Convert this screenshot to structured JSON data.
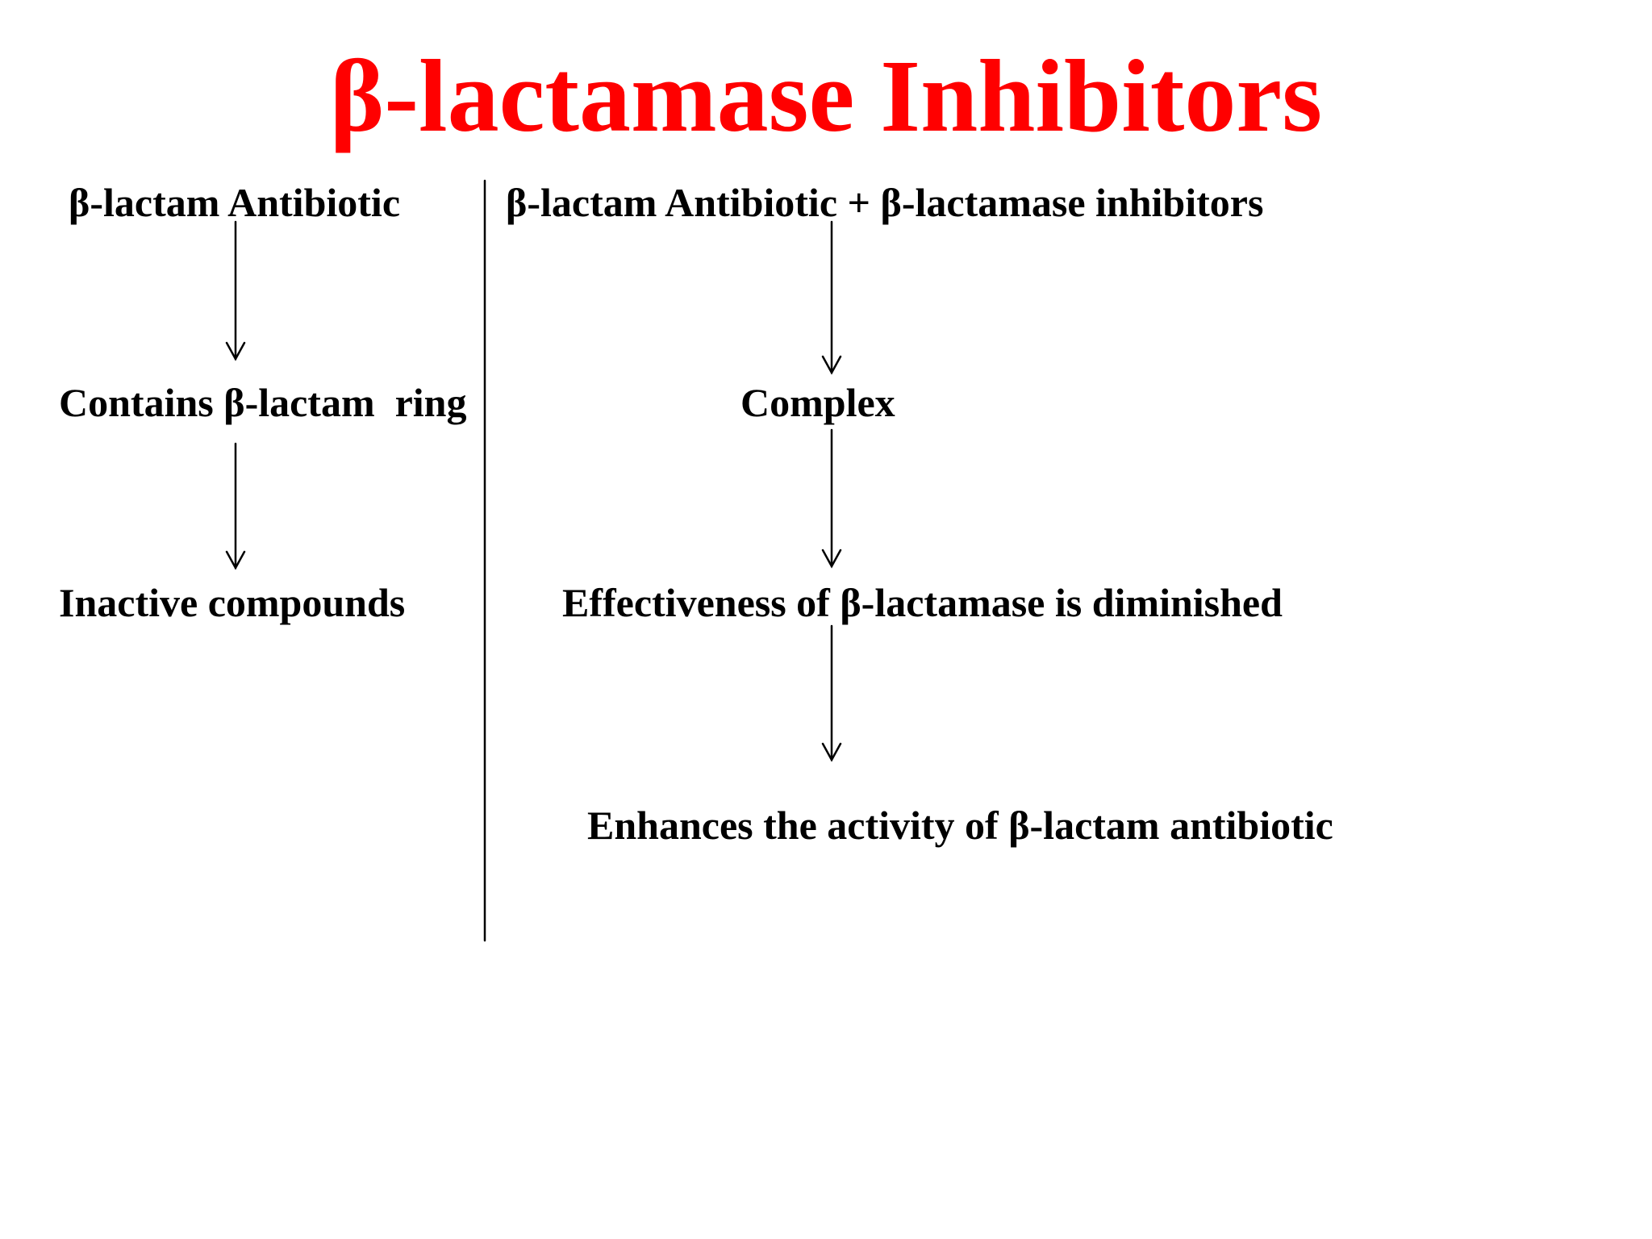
{
  "title": "β-lactamase Inhibitors",
  "colors": {
    "title": "#ff0000",
    "text": "#000000",
    "line": "#000000"
  },
  "left_flow": {
    "start": "β-lactam Antibiotic",
    "middle": "Contains β-lactam  ring",
    "end": "Inactive compounds"
  },
  "right_flow": {
    "start": "β-lactam Antibiotic + β-lactamase inhibitors",
    "middle": "Complex",
    "step3": "Effectiveness of β-lactamase is diminished",
    "end": "Enhances the activity of β-lactam antibiotic"
  }
}
